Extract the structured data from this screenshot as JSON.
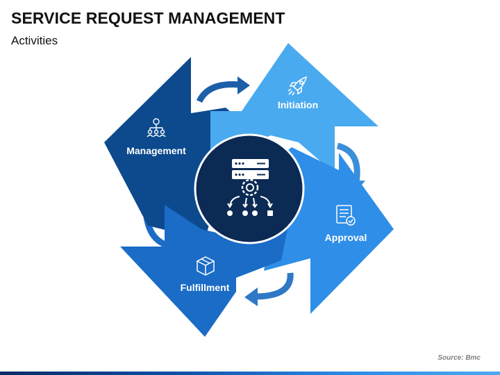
{
  "header": {
    "title": "SERVICE REQUEST MANAGEMENT",
    "subtitle": "Activities"
  },
  "cycle": {
    "steps": [
      {
        "label": "Initiation",
        "icon": "rocket-icon",
        "color": "#4aaaf0"
      },
      {
        "label": "Approval",
        "icon": "checklist-icon",
        "color": "#2f8ee8"
      },
      {
        "label": "Fulfillment",
        "icon": "package-box-icon",
        "color": "#1a6cc6"
      },
      {
        "label": "Management",
        "icon": "org-network-icon",
        "color": "#0d4a8d"
      }
    ],
    "center_icon": "server-gear-distribution-icon",
    "center_color": "#0b2a54",
    "connector_colors": [
      "#3a7ec4",
      "#2e86d6",
      "#2f78c6",
      "#1c5fa8"
    ]
  },
  "footer": {
    "source": "Source: Bmc"
  }
}
